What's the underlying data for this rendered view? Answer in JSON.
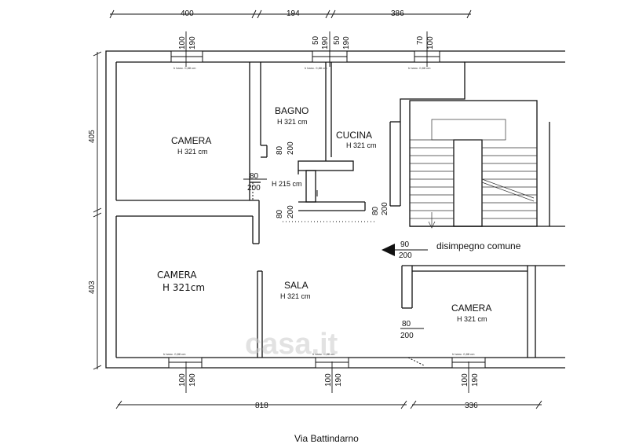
{
  "rooms": {
    "camera_top_left": "CAMERA",
    "camera_top_left_h": "H 321 cm",
    "bagno": "BAGNO",
    "bagno_h": "H 321 cm",
    "cucina": "CUCINA",
    "cucina_h": "H 321 cm",
    "camera_bottom_left": "CAMERA",
    "camera_bottom_left_h": "H 321cm",
    "sala": "SALA",
    "sala_h": "H 321 cm",
    "camera_right": "CAMERA",
    "camera_right_h": "H 321 cm",
    "disimpegno": "disimpegno comune",
    "passage_h": "H 215 cm"
  },
  "dimensions": {
    "top": [
      "400",
      "194",
      "386"
    ],
    "bottom": [
      "818",
      "336"
    ],
    "left": [
      "405",
      "403"
    ],
    "windows_top": [
      [
        "100",
        "190"
      ],
      [
        "50",
        "190"
      ],
      [
        "50",
        "190"
      ],
      [
        "70",
        "100"
      ]
    ],
    "windows_bottom": [
      [
        "100",
        "190"
      ],
      [
        "100",
        "190"
      ],
      [
        "100",
        "190"
      ]
    ],
    "doors": {
      "bagno_door": [
        "80",
        "200"
      ],
      "passage": [
        "80",
        "200"
      ],
      "camera_door": [
        "80",
        "200"
      ],
      "cucina_door": [
        "80",
        "200"
      ],
      "entrance": [
        "90",
        "200"
      ],
      "camera_right_door": [
        "80",
        "200"
      ]
    },
    "sill_note": "h banc. 0,88 cm"
  },
  "watermark": "casa.it",
  "street": "Via Battindarno"
}
